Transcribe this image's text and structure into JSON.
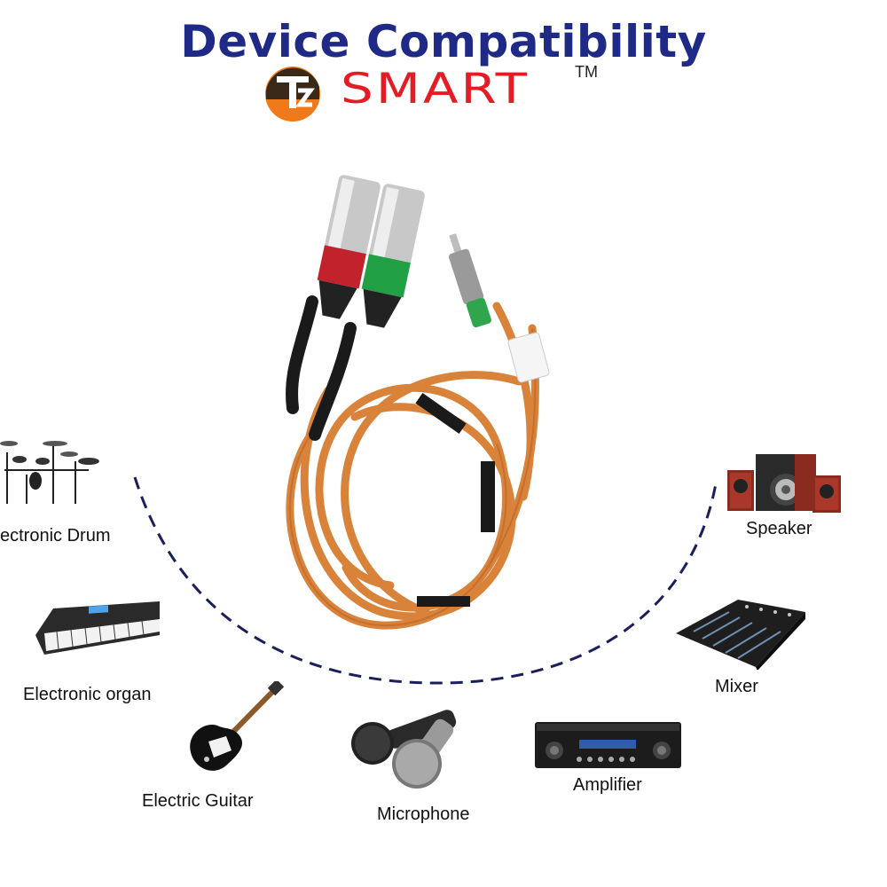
{
  "header": {
    "title": "Device Compatibility",
    "brand_name": "SMART",
    "brand_tm": "TM",
    "logo_letters": "TZ"
  },
  "colors": {
    "title": "#1f2a86",
    "brand_red": "#e41c24",
    "logo_orange": "#f07a1a",
    "cable_orange": "#d9823a",
    "arc_navy": "#1a1f5c"
  },
  "devices": [
    {
      "key": "drum",
      "label": "ectronic Drum",
      "icon": "electronic-drum-icon"
    },
    {
      "key": "organ",
      "label": "Electronic organ",
      "icon": "keyboard-organ-icon"
    },
    {
      "key": "guitar",
      "label": "Electric Guitar",
      "icon": "electric-guitar-icon"
    },
    {
      "key": "microphone",
      "label": "Microphone",
      "icon": "microphone-icon"
    },
    {
      "key": "amplifier",
      "label": "Amplifier",
      "icon": "amplifier-icon"
    },
    {
      "key": "mixer",
      "label": "Mixer",
      "icon": "mixer-icon"
    },
    {
      "key": "speaker",
      "label": "Speaker",
      "icon": "speaker-icon"
    }
  ]
}
